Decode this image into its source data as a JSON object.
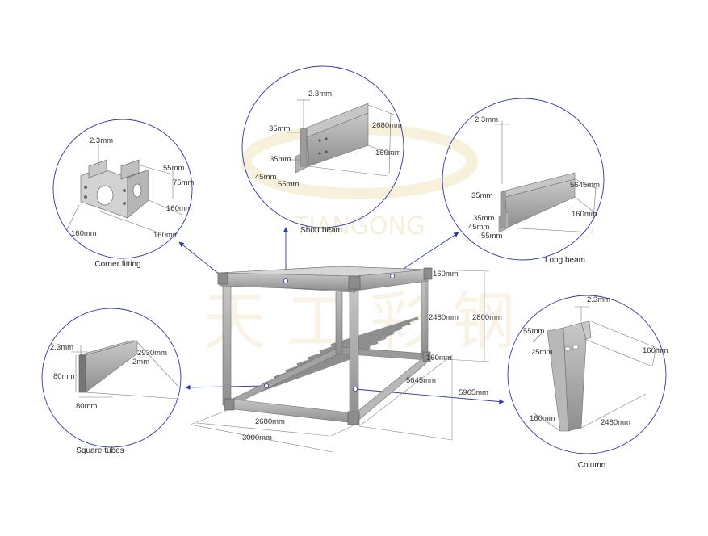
{
  "watermark": {
    "brand": "TIANGONG",
    "cn": "天 工 彩 钢"
  },
  "colors": {
    "circle": "#2f3aa8",
    "steel": "#a8a8a8",
    "steel_dark": "#7d7d7d",
    "watermark": "#f2ead0"
  },
  "frame": {
    "dims": {
      "h_top": "160mm",
      "h_mid": "2480mm",
      "h_total": "2800mm",
      "h_bot": "160mm",
      "l_inner": "5645mm",
      "l_outer": "5965mm",
      "w_inner": "2680mm",
      "w_outer": "3000mm"
    }
  },
  "details": {
    "short_beam": {
      "caption": "Short beam",
      "t": "2.3mm",
      "a": "35mm",
      "b": "35mm",
      "c": "45mm",
      "d": "55mm",
      "len": "2680mm",
      "h": "160mm"
    },
    "corner_fitting": {
      "caption": "Corner fitting",
      "t": "2.3mm",
      "a": "55mm",
      "b": "75mm",
      "c": "160mm",
      "d": "160mm",
      "e": "160mm"
    },
    "long_beam": {
      "caption": "Long beam",
      "t": "2.3mm",
      "a": "35mm",
      "b": "35mm",
      "c": "45mm",
      "d": "55mm",
      "len": "5645mm",
      "h": "160mm"
    },
    "square_tubes": {
      "caption": "Square tubes",
      "t": "2.3mm",
      "a": "80mm",
      "b": "80mm",
      "len": "2930mm",
      "c": "2mm"
    },
    "column": {
      "caption": "Column",
      "t": "2.3mm",
      "a": "55mm",
      "b": "25mm",
      "c": "160mm",
      "d": "160mm",
      "len": "2480mm"
    }
  }
}
